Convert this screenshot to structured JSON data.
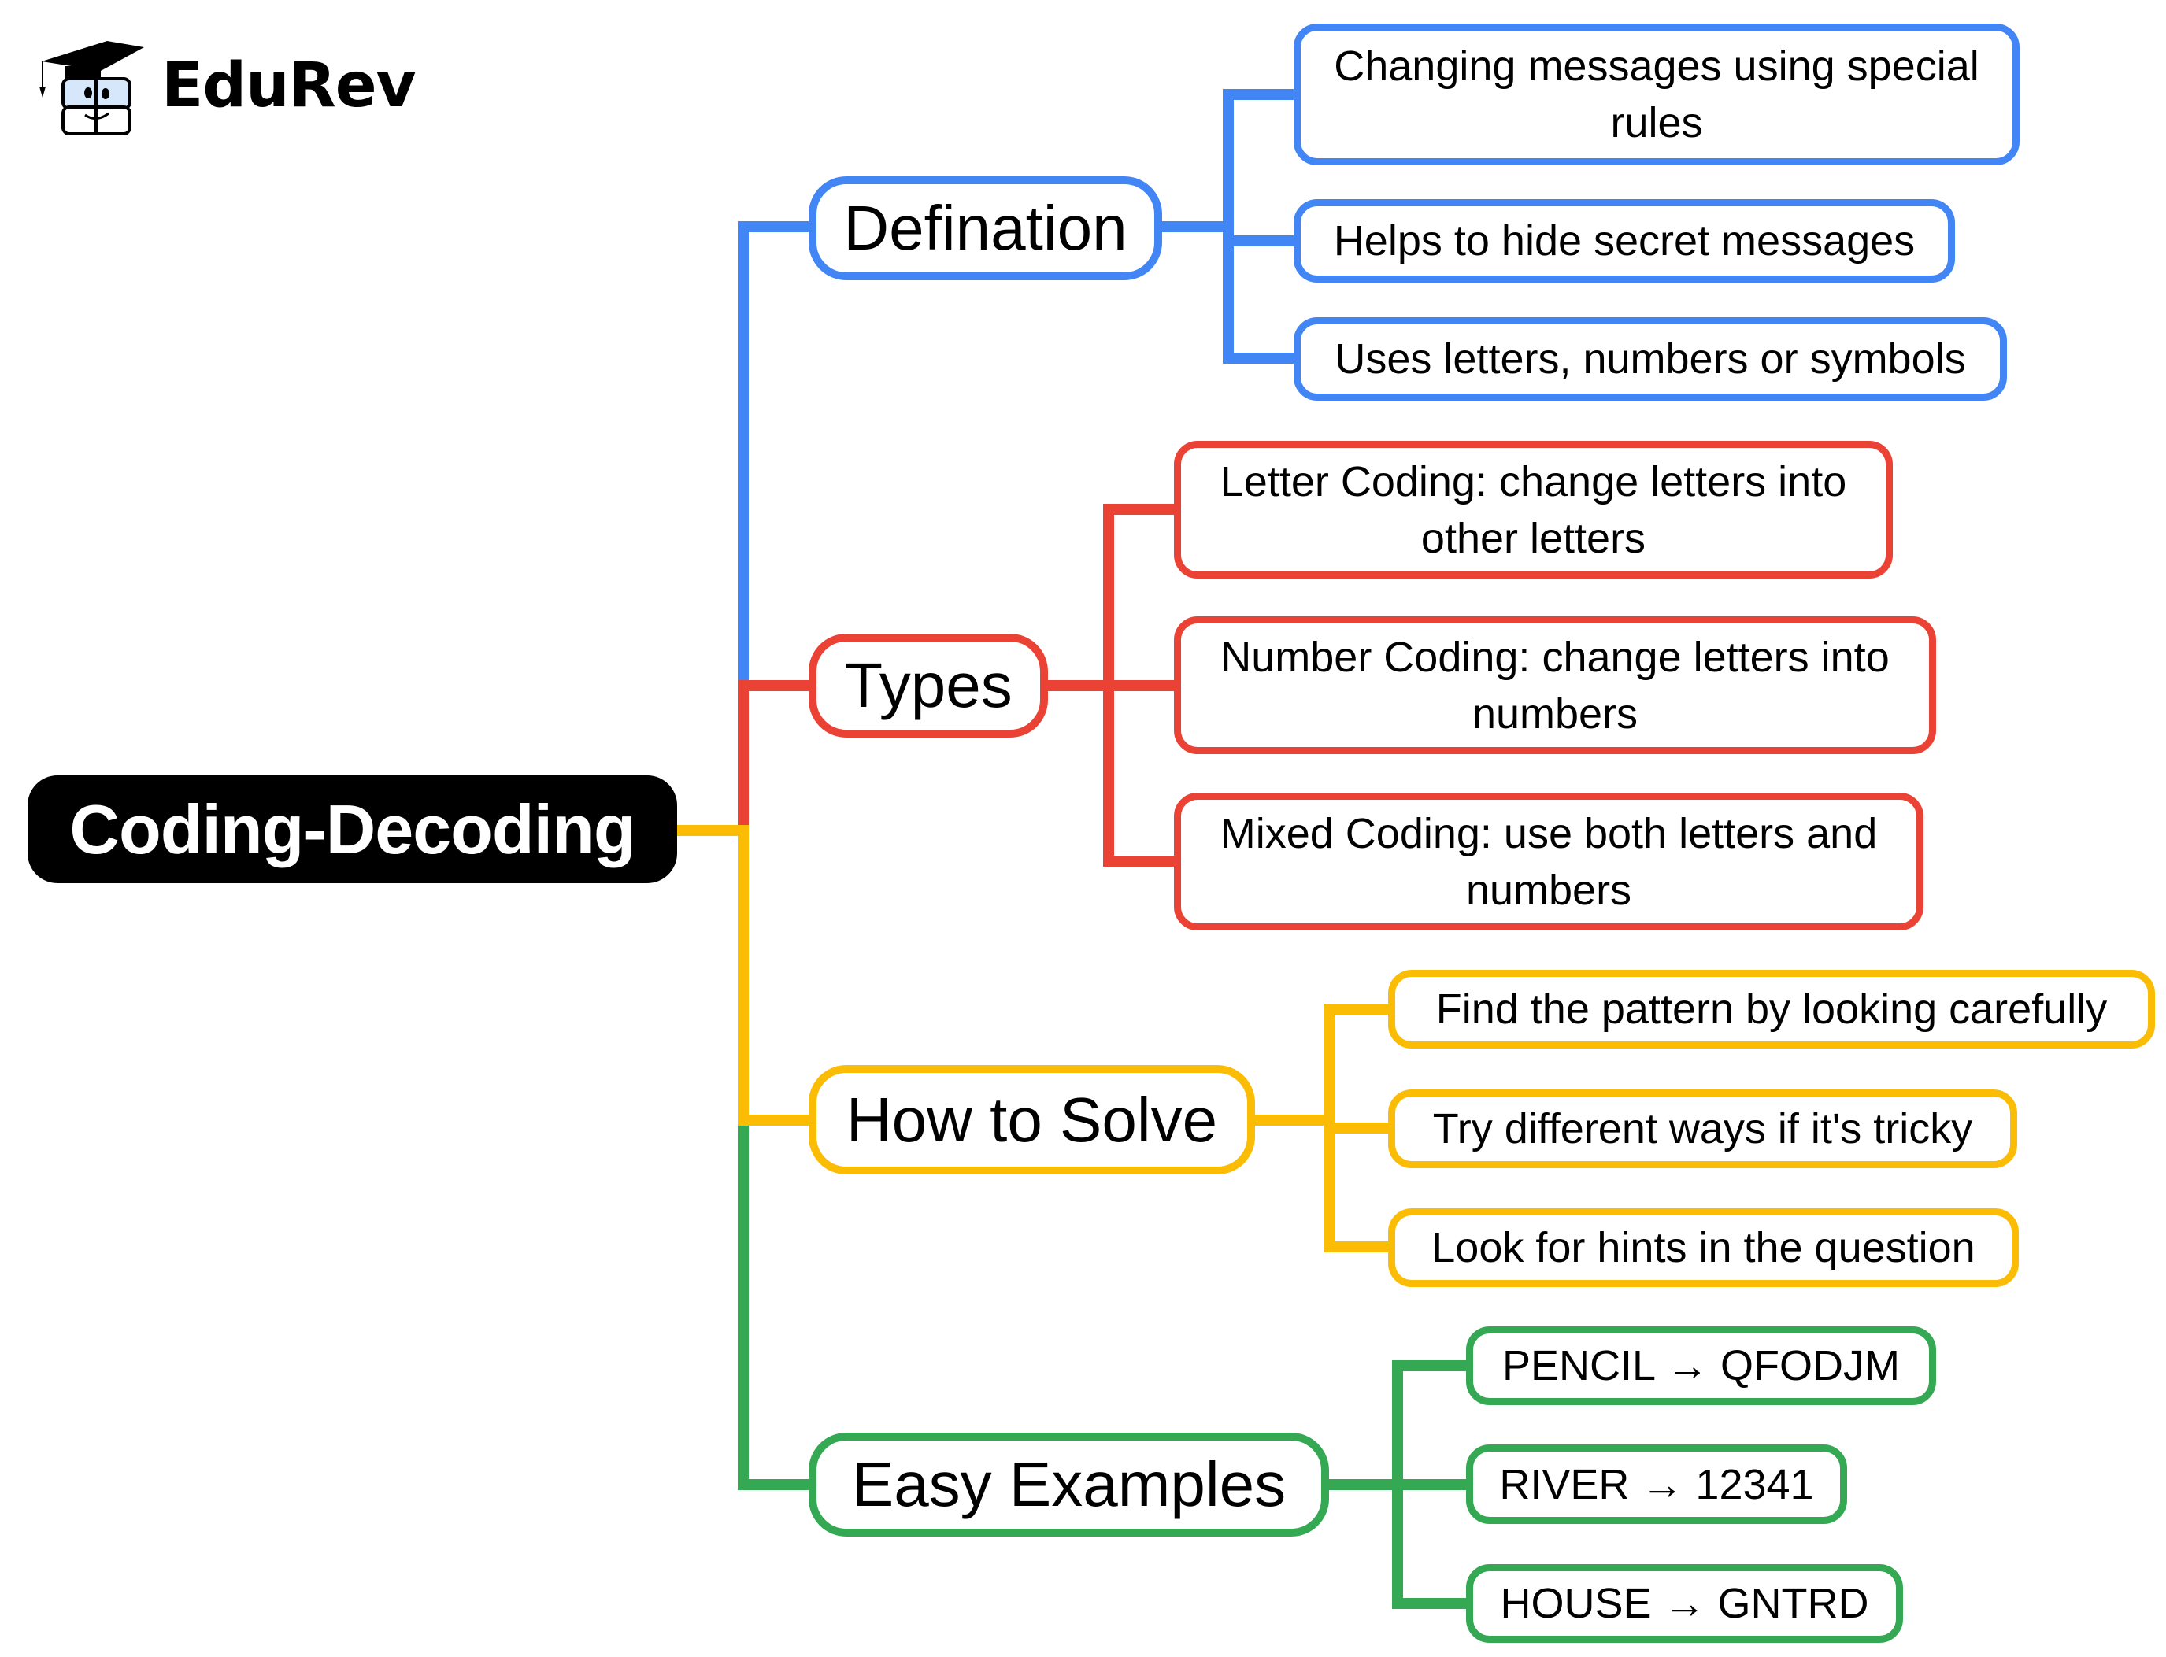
{
  "brand": {
    "name": "EduRev",
    "logo_icon": "graduate-mascot-icon"
  },
  "colors": {
    "root": "#000000",
    "definition": "#4285F4",
    "types": "#EA4335",
    "how_to_solve": "#FBBC05",
    "examples": "#34A853"
  },
  "mindmap": {
    "root": {
      "label": "Coding-Decoding"
    },
    "branches": [
      {
        "key": "definition",
        "label": "Defination",
        "color": "#4285F4",
        "children": [
          {
            "label": "Changing messages using special rules"
          },
          {
            "label": "Helps to hide secret messages"
          },
          {
            "label": "Uses letters, numbers or symbols"
          }
        ]
      },
      {
        "key": "types",
        "label": "Types",
        "color": "#EA4335",
        "children": [
          {
            "label": "Letter Coding: change letters into other letters"
          },
          {
            "label": "Number Coding: change letters into numbers"
          },
          {
            "label": "Mixed Coding: use both letters and numbers"
          }
        ]
      },
      {
        "key": "how_to_solve",
        "label": "How to Solve",
        "color": "#FBBC05",
        "children": [
          {
            "label": "Find the pattern by looking carefully"
          },
          {
            "label": "Try different ways if it's tricky"
          },
          {
            "label": "Look for hints in the question"
          }
        ]
      },
      {
        "key": "examples",
        "label": "Easy Examples",
        "color": "#34A853",
        "children": [
          {
            "label": "PENCIL → QFODJM"
          },
          {
            "label": "RIVER → 12341"
          },
          {
            "label": "HOUSE → GNTRD"
          }
        ]
      }
    ]
  }
}
